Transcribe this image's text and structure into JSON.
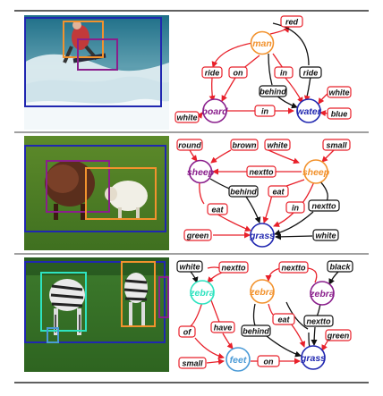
{
  "colors": {
    "red": "#e8202a",
    "black": "#111111",
    "orange": "#f2922d",
    "purple": "#8a1f8c",
    "blue": "#2027b0",
    "teal": "#2ee3c0",
    "lightblue": "#4a9ad6"
  },
  "rows": [
    {
      "photo": {
        "description_id": "surfer"
      },
      "nodes": [
        {
          "id": "man",
          "text": "man",
          "color": "orange"
        },
        {
          "id": "board",
          "text": "board",
          "color": "purple"
        },
        {
          "id": "water",
          "text": "water",
          "color": "blue"
        }
      ],
      "labels": [
        {
          "id": "red",
          "text": "red",
          "color": "red"
        },
        {
          "id": "ride1",
          "text": "ride",
          "color": "red"
        },
        {
          "id": "on",
          "text": "on",
          "color": "red"
        },
        {
          "id": "in1",
          "text": "in",
          "color": "red"
        },
        {
          "id": "ride2",
          "text": "ride",
          "color": "black"
        },
        {
          "id": "white1",
          "text": "white",
          "color": "red"
        },
        {
          "id": "behind",
          "text": "behind",
          "color": "black"
        },
        {
          "id": "white2",
          "text": "white",
          "color": "red"
        },
        {
          "id": "in2",
          "text": "in",
          "color": "red"
        },
        {
          "id": "blue",
          "text": "blue",
          "color": "red"
        }
      ]
    },
    {
      "photo": {
        "description_id": "sheep"
      },
      "nodes": [
        {
          "id": "sheep1",
          "text": "sheep",
          "color": "purple"
        },
        {
          "id": "sheep2",
          "text": "sheep",
          "color": "orange"
        },
        {
          "id": "grass",
          "text": "grass",
          "color": "blue"
        }
      ],
      "labels": [
        {
          "id": "round",
          "text": "round",
          "color": "red"
        },
        {
          "id": "brown",
          "text": "brown",
          "color": "red"
        },
        {
          "id": "white1",
          "text": "white",
          "color": "red"
        },
        {
          "id": "small",
          "text": "small",
          "color": "red"
        },
        {
          "id": "nextto1",
          "text": "nextto",
          "color": "red"
        },
        {
          "id": "behind",
          "text": "behind",
          "color": "black"
        },
        {
          "id": "eat1",
          "text": "eat",
          "color": "red"
        },
        {
          "id": "eat2",
          "text": "eat",
          "color": "red"
        },
        {
          "id": "in",
          "text": "in",
          "color": "red"
        },
        {
          "id": "nextto2",
          "text": "nextto",
          "color": "black"
        },
        {
          "id": "green",
          "text": "green",
          "color": "red"
        },
        {
          "id": "white2",
          "text": "white",
          "color": "black"
        }
      ]
    },
    {
      "photo": {
        "description_id": "zebras"
      },
      "nodes": [
        {
          "id": "zebra1",
          "text": "zebra",
          "color": "teal"
        },
        {
          "id": "zebra2",
          "text": "zebra",
          "color": "orange"
        },
        {
          "id": "zebra3",
          "text": "zebra",
          "color": "purple"
        },
        {
          "id": "feet",
          "text": "feet",
          "color": "lightblue"
        },
        {
          "id": "grass",
          "text": "grass",
          "color": "blue"
        }
      ],
      "labels": [
        {
          "id": "white",
          "text": "white",
          "color": "black"
        },
        {
          "id": "nextto1",
          "text": "nextto",
          "color": "red"
        },
        {
          "id": "nextto2",
          "text": "nextto",
          "color": "red"
        },
        {
          "id": "black",
          "text": "black",
          "color": "black"
        },
        {
          "id": "eat",
          "text": "eat",
          "color": "red"
        },
        {
          "id": "nextto3",
          "text": "nextto",
          "color": "black"
        },
        {
          "id": "of",
          "text": "of",
          "color": "red"
        },
        {
          "id": "have",
          "text": "have",
          "color": "red"
        },
        {
          "id": "behind",
          "text": "behind",
          "color": "black"
        },
        {
          "id": "green",
          "text": "green",
          "color": "red"
        },
        {
          "id": "small",
          "text": "small",
          "color": "red"
        },
        {
          "id": "on",
          "text": "on",
          "color": "red"
        }
      ]
    }
  ]
}
